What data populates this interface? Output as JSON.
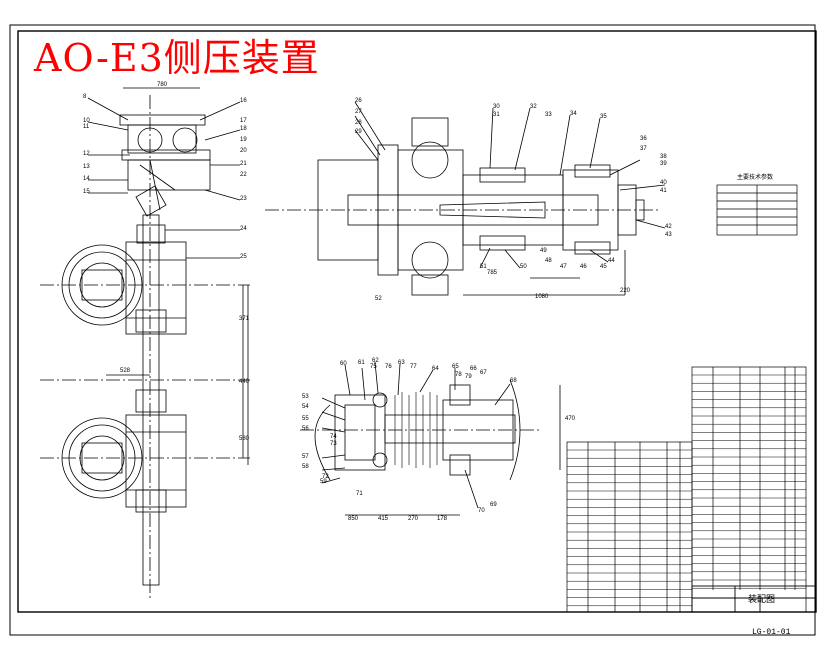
{
  "title": "AO-E3侧压装置",
  "title_block": {
    "drawing_number": "LG-01-01",
    "sheet_name": "装配图"
  },
  "param_table": {
    "title": "主要技术参数"
  },
  "balloons_left": [
    "8",
    "10",
    "11",
    "12",
    "13",
    "14",
    "15",
    "16",
    "17",
    "18",
    "19",
    "20",
    "21",
    "22",
    "23",
    "24",
    "25"
  ],
  "balloons_top_right": [
    "26",
    "27",
    "28",
    "29",
    "30",
    "31",
    "32",
    "33",
    "34",
    "35",
    "36",
    "37",
    "38",
    "39",
    "40",
    "41",
    "42",
    "43",
    "44",
    "45",
    "46",
    "47",
    "48",
    "49",
    "50",
    "51",
    "52"
  ],
  "balloons_bottom_mid": [
    "53",
    "54",
    "55",
    "56",
    "57",
    "58",
    "59",
    "60",
    "61",
    "62",
    "63",
    "64",
    "65",
    "66",
    "67",
    "68",
    "69",
    "70",
    "71",
    "72",
    "73",
    "74",
    "75",
    "76",
    "77",
    "78",
    "79"
  ],
  "dimensions": {
    "left_top_width": "780",
    "left_mid_1": "371",
    "left_mid_2": "440",
    "left_mid_3": "580",
    "left_horizontal": "528",
    "right_overall": "1080",
    "right_d1": "785",
    "right_d2": "220",
    "bottom_d1": "850",
    "bottom_d2": "415",
    "bottom_d3": "270",
    "bottom_d4": "178",
    "bottom_vertical": "470"
  }
}
